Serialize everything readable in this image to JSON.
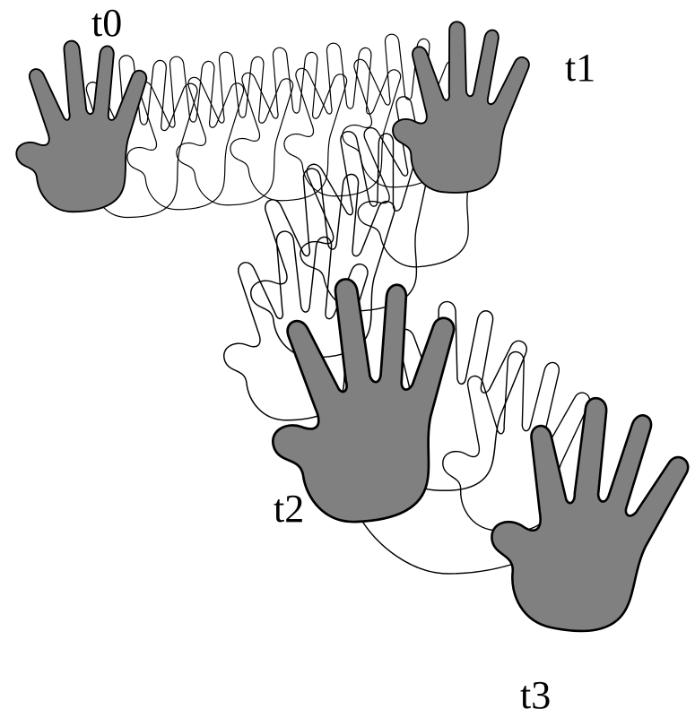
{
  "labels": {
    "t0": "t0",
    "t1": "t1",
    "t2": "t2",
    "t3": "t3"
  },
  "colors": {
    "hand_fill": "#808080",
    "outline": "#000000",
    "background": "#ffffff"
  }
}
